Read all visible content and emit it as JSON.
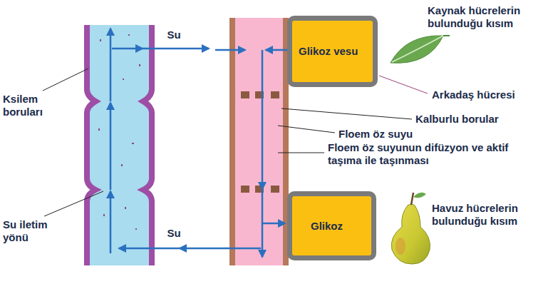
{
  "diagram": {
    "nodes": [
      {
        "text": [
          "Glikoz vesu"
        ]
      },
      {
        "text": [
          "Glikoz"
        ]
      }
    ],
    "labels": [
      "Su",
      "Kaynak hücrelerin bulunduğu kısım",
      "Ksilem boruları",
      "Arkadaş hücresi",
      "Kalburlu borular",
      "Floem öz suyu",
      "Floem öz suyunun difüzyon ve aktif taşıma ile taşınması",
      "Havuz hücrelerin bulunduğu kısım",
      "Su iletim yönü",
      "Su"
    ]
  }
}
